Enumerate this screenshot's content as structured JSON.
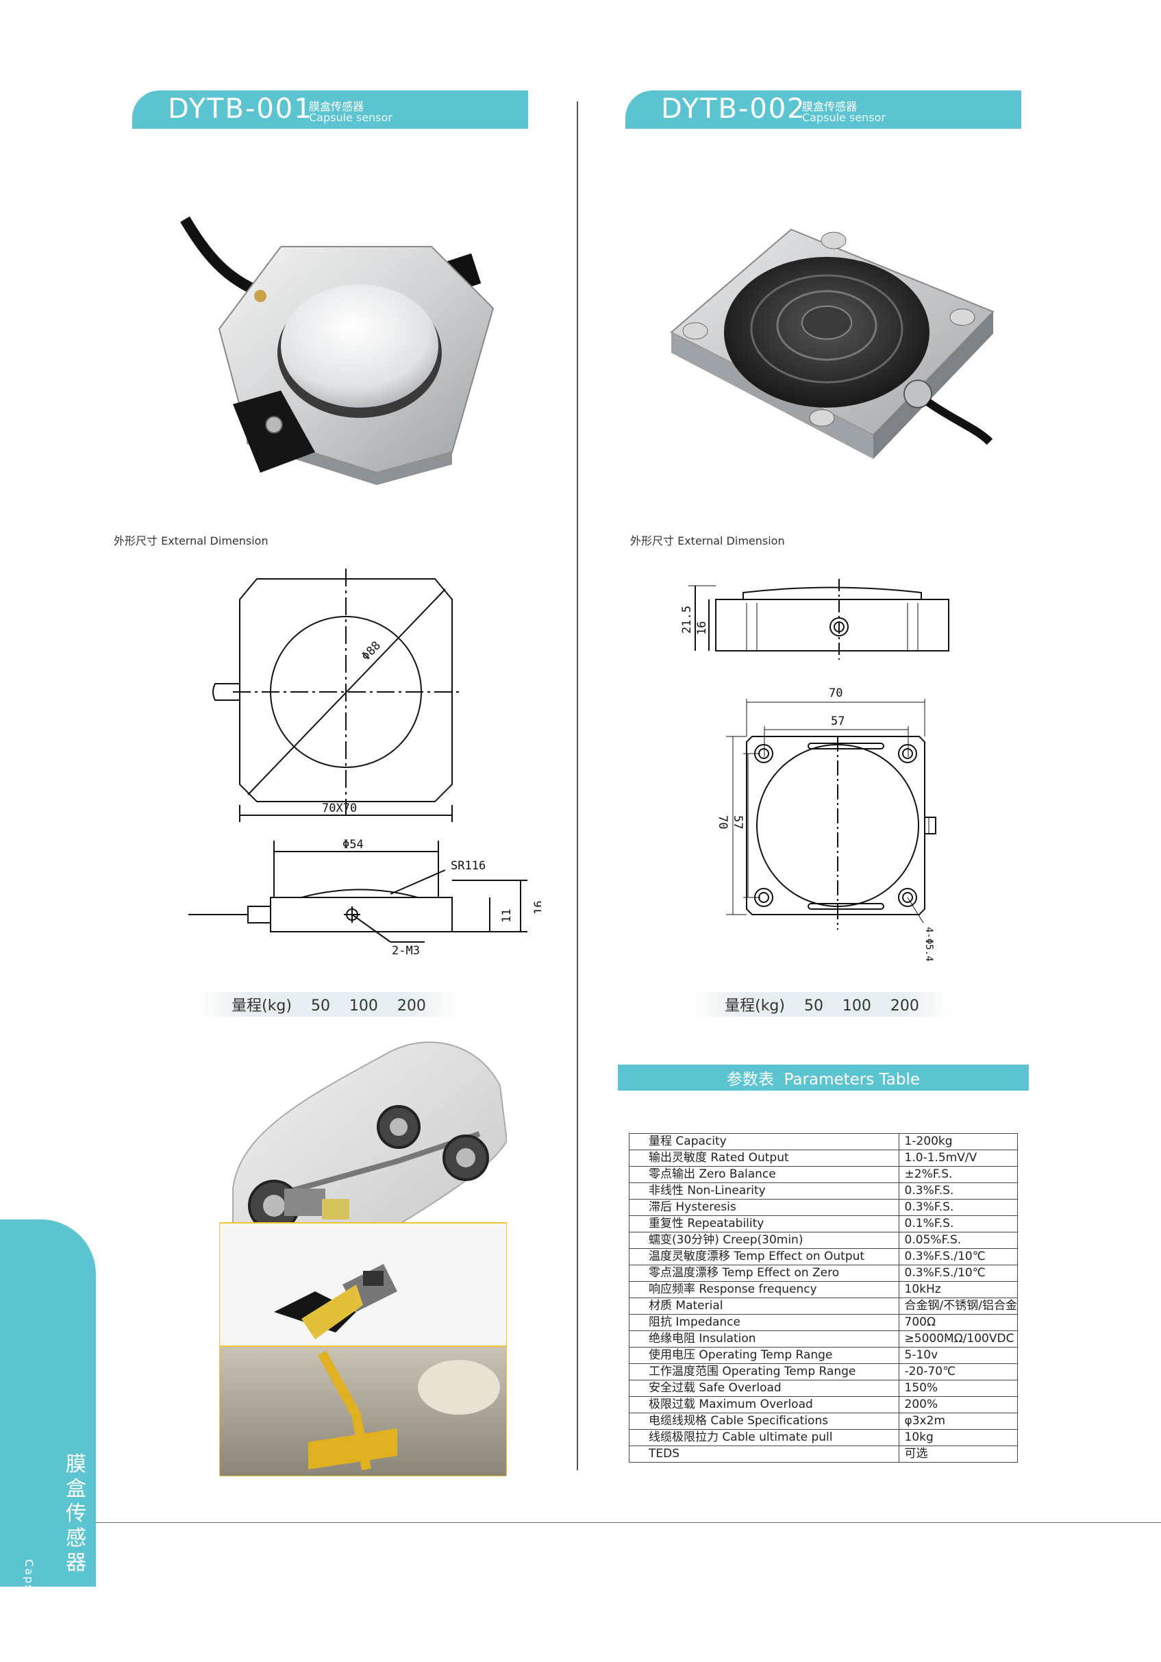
{
  "products": [
    {
      "model": "DYTB-001",
      "name_cn": "膜盒传感器",
      "name_en": "Capsule sensor",
      "dim_label": "外形尺寸 External Dimension",
      "dims": {
        "diameter": "Φ88",
        "size": "70X70",
        "dia2": "Φ54",
        "sr": "SR116",
        "h11": "11",
        "h16": "16",
        "thread": "2-M3"
      },
      "range": "量程(kg)    50    100    200"
    },
    {
      "model": "DYTB-002",
      "name_cn": "膜盒传感器",
      "name_en": "Capsule sensor",
      "dim_label": "外形尺寸 External Dimension",
      "dims": {
        "h21": "21.5",
        "h16": "16",
        "w70": "70",
        "w57": "57",
        "v70": "70",
        "v57": "57",
        "holes": "4-Φ5.4"
      },
      "range": "量程(kg)    50    100    200"
    }
  ],
  "params_title": "参数表  Parameters Table",
  "params": [
    [
      "量程 Capacity",
      "1-200kg"
    ],
    [
      "输出灵敏度 Rated Output",
      "1.0-1.5mV/V"
    ],
    [
      "零点输出 Zero Balance",
      "±2%F.S."
    ],
    [
      "非线性 Non-Linearity",
      "0.3%F.S."
    ],
    [
      "滞后 Hysteresis",
      "0.3%F.S."
    ],
    [
      "重复性 Repeatability",
      "0.1%F.S."
    ],
    [
      "蠕变(30分钟) Creep(30min)",
      "0.05%F.S."
    ],
    [
      "温度灵敏度漂移 Temp Effect on Output",
      "0.3%F.S./10℃"
    ],
    [
      "零点温度漂移 Temp Effect on Zero",
      "0.3%F.S./10℃"
    ],
    [
      "响应频率 Response frequency",
      "10kHz"
    ],
    [
      "材质 Material",
      "合金钢/不锈钢/铝合金"
    ],
    [
      "阻抗 Impedance",
      "700Ω"
    ],
    [
      "绝缘电阻 Insulation",
      "≥5000MΩ/100VDC"
    ],
    [
      "使用电压 Operating Temp Range",
      "5-10v"
    ],
    [
      "工作温度范围 Operating Temp Range",
      "-20-70℃"
    ],
    [
      "安全过载 Safe Overload",
      "150%"
    ],
    [
      "极限过载 Maximum Overload",
      "200%"
    ],
    [
      "电缆线规格 Cable Specifications",
      "φ3x2m"
    ],
    [
      "线缆极限拉力 Cable ultimate pull",
      "10kg"
    ],
    [
      "TEDS",
      "可选"
    ]
  ],
  "sidebar": {
    "cn": "膜盒传感器",
    "en": "Capsule sensor"
  }
}
